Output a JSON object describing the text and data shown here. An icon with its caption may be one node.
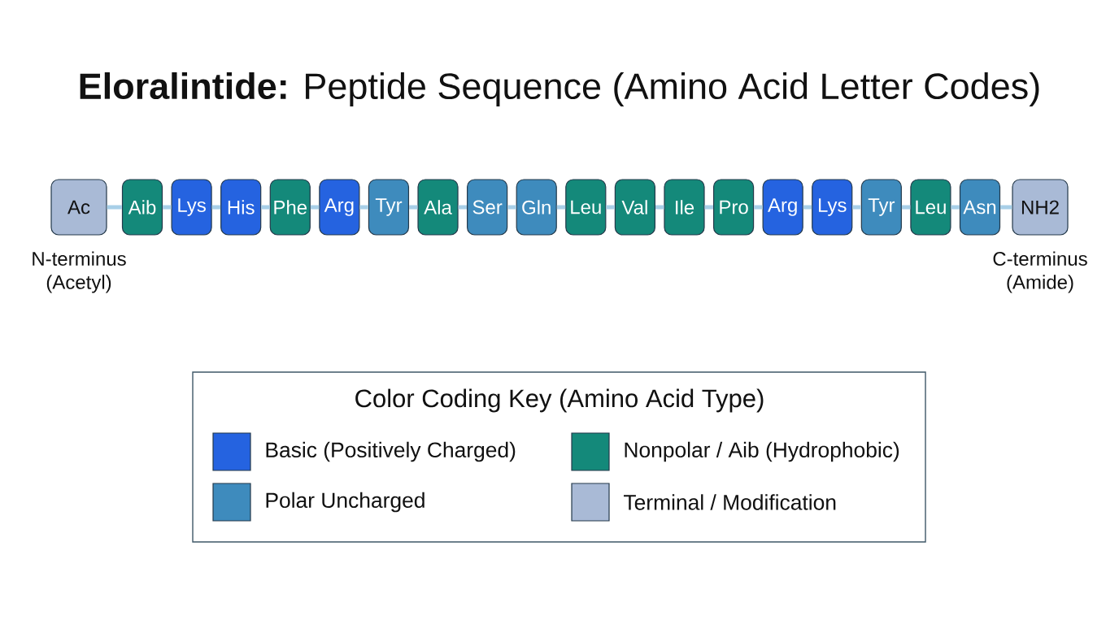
{
  "diagram": {
    "title": "**Eloralintide:** Peptide Sequence (Amino Acid Letter Codes)",
    "nodes": [
      {
        "text": [
          "Ac"
        ],
        "beside": [
          "N-terminus (Acetyl)"
        ]
      },
      {
        "text": [
          "Aib"
        ]
      },
      {
        "text": [
          "Lys"
        ]
      },
      {
        "text": [
          "His"
        ]
      },
      {
        "text": [
          "Phe"
        ]
      },
      {
        "text": [
          "Arg"
        ]
      },
      {
        "text": [
          "Tyr"
        ]
      },
      {
        "text": [
          "Ala"
        ]
      },
      {
        "text": [
          "Ser"
        ]
      },
      {
        "text": [
          "Gln"
        ]
      },
      {
        "text": [
          "Leu"
        ]
      },
      {
        "text": [
          "Val"
        ]
      },
      {
        "text": [
          "Ile"
        ]
      },
      {
        "text": [
          "Pro"
        ]
      },
      {
        "text": [
          "Arg"
        ]
      },
      {
        "text": [
          "Lys"
        ]
      },
      {
        "text": [
          "Tyr"
        ]
      },
      {
        "text": [
          "Leu"
        ]
      },
      {
        "text": [
          "Asn"
        ]
      },
      {
        "text": [
          "NH2"
        ],
        "beside": [
          "C-terminus (Amide)"
        ]
      }
    ],
    "edges": [
      {
        "from": 0,
        "to": 1,
        "arrow": "none"
      },
      {
        "from": 1,
        "to": 2,
        "arrow": "none"
      },
      {
        "from": 2,
        "to": 3,
        "arrow": "none"
      },
      {
        "from": 3,
        "to": 4,
        "arrow": "none"
      },
      {
        "from": 4,
        "to": 5,
        "arrow": "none"
      },
      {
        "from": 5,
        "to": 6,
        "arrow": "none"
      },
      {
        "from": 6,
        "to": 7,
        "arrow": "none"
      },
      {
        "from": 7,
        "to": 8,
        "arrow": "none"
      },
      {
        "from": 8,
        "to": 9,
        "arrow": "none"
      },
      {
        "from": 9,
        "to": 10,
        "arrow": "none"
      },
      {
        "from": 10,
        "to": 11,
        "arrow": "none"
      },
      {
        "from": 11,
        "to": 12,
        "arrow": "none"
      },
      {
        "from": 12,
        "to": 13,
        "arrow": "none"
      },
      {
        "from": 13,
        "to": 14,
        "arrow": "none"
      },
      {
        "from": 14,
        "to": 15,
        "arrow": "none"
      },
      {
        "from": 15,
        "to": 16,
        "arrow": "none"
      },
      {
        "from": 16,
        "to": 17,
        "arrow": "none"
      },
      {
        "from": 17,
        "to": 18,
        "arrow": "none"
      },
      {
        "from": 18,
        "to": 19,
        "arrow": "none"
      }
    ],
    "labels": [
      "Color Coding Key (Amino Acid Type)"
    ],
    "legend": [
      {
        "text": "Basic (Positively Charged)",
        "color": "#2563e0"
      },
      {
        "text": "Nonpolar / Aib (Hydrophobic)",
        "color": "#14897a"
      },
      {
        "text": "Polar Uncharged",
        "color": "#3e8bbd"
      },
      {
        "text": "Terminal / Modification",
        "color": "#a9bad6"
      }
    ]
  }
}
